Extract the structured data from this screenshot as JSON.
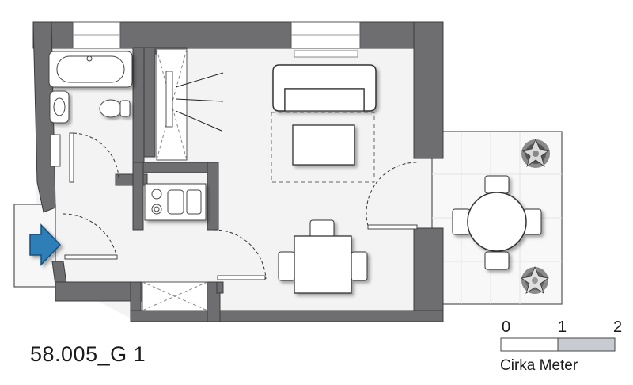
{
  "plan": {
    "id_label": "58.005_G 1"
  },
  "scale": {
    "tick_0": "0",
    "tick_1": "1",
    "tick_2": "2",
    "caption": "Cirka Meter"
  },
  "colors": {
    "wall": "#6e6e70",
    "wall_edge": "#3c3c3e",
    "floor": "#f3f3f3",
    "balcony": "#f8f8f8",
    "furniture": "#ffffff",
    "entry_arrow": "#2f7fb8",
    "scale_light": "#ffffff",
    "scale_dark": "#c8ccd2"
  },
  "icons": {
    "entry": "entry-arrow-icon",
    "plant": "plant-icon"
  }
}
